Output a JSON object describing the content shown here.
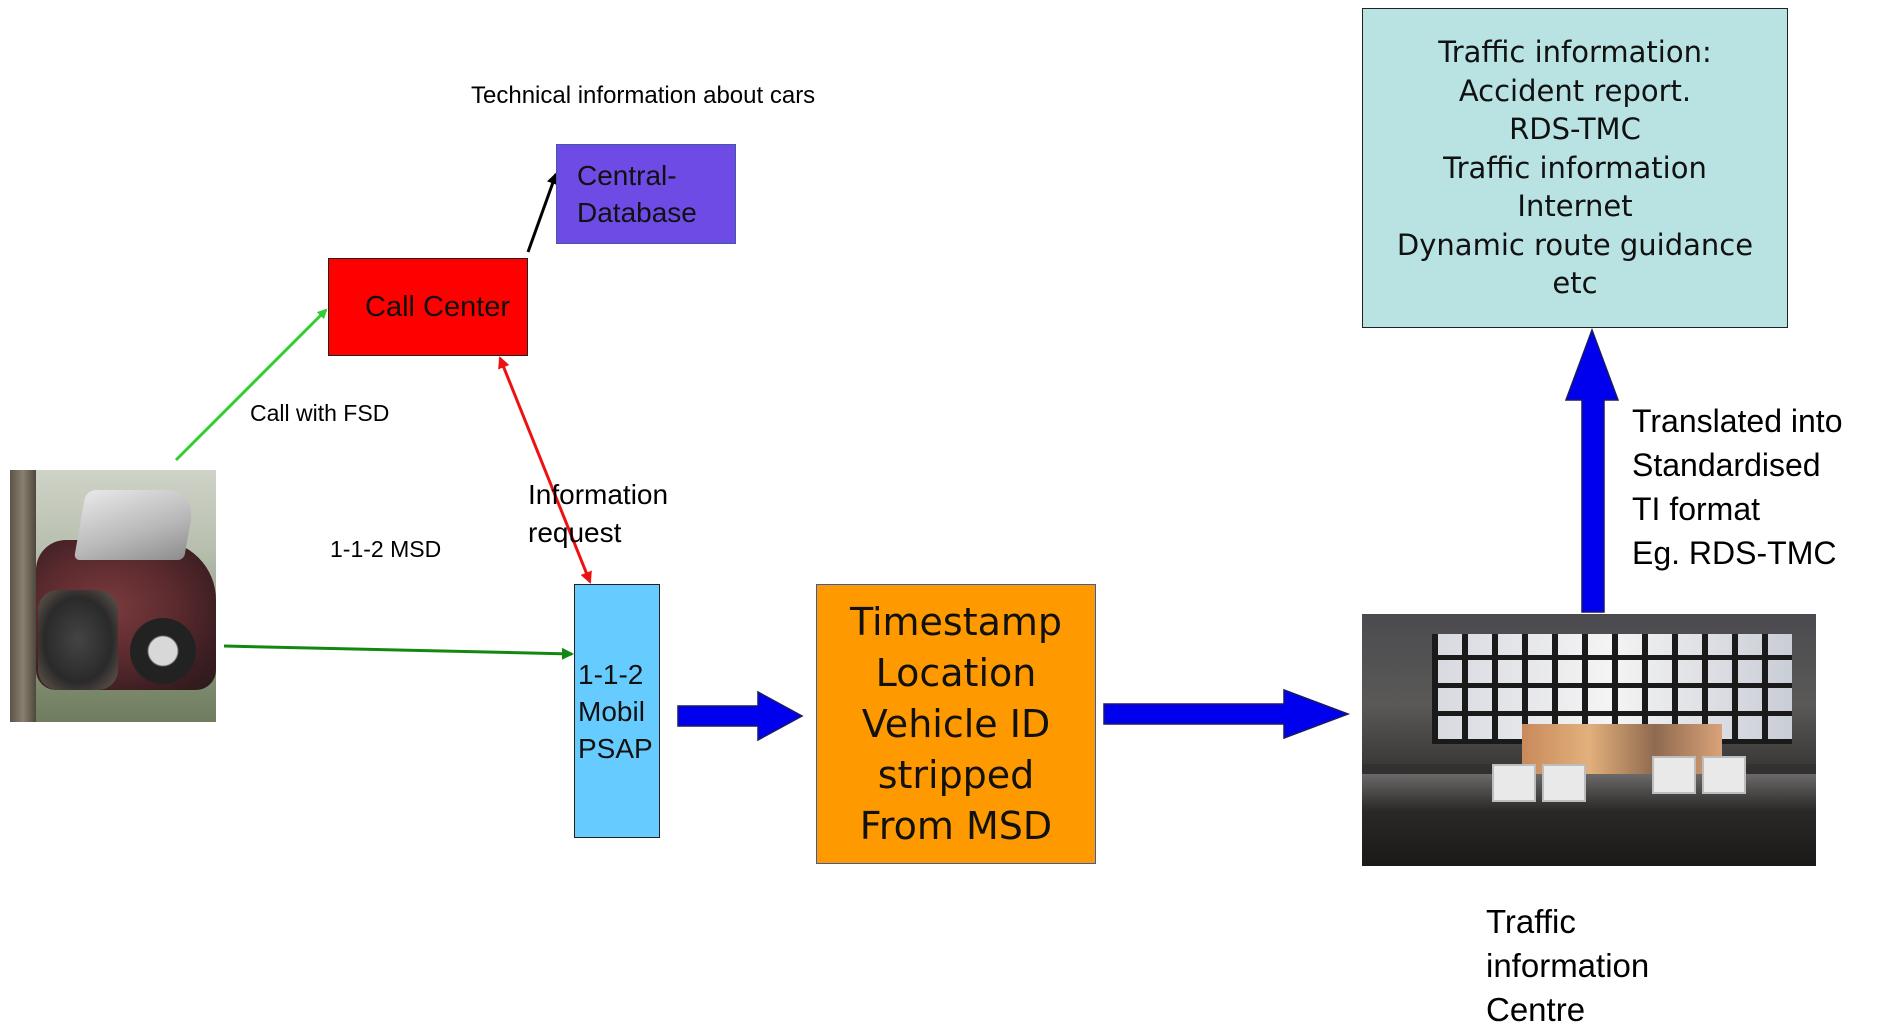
{
  "labels": {
    "tech_info": "Technical information about cars",
    "call_with_fsd": "Call with FSD",
    "msd": "1-1-2 MSD",
    "info_request": [
      "Information",
      "request"
    ],
    "translated": [
      "Translated into",
      "Standardised",
      "TI format",
      "Eg. RDS-TMC"
    ],
    "tic_caption": [
      "Traffic",
      "information",
      "Centre"
    ]
  },
  "boxes": {
    "central_db": [
      "Central-",
      "Database"
    ],
    "call_center": "Call Center",
    "psap": [
      "1-1-2",
      "Mobil",
      "PSAP"
    ],
    "timestamp": [
      "Timestamp",
      "Location",
      "Vehicle ID",
      "stripped",
      "From MSD"
    ],
    "traffic_info": [
      "Traffic information:",
      "Accident report.",
      "RDS-TMC",
      "Traffic information",
      "Internet",
      "Dynamic route guidance",
      "etc"
    ]
  },
  "colors": {
    "central_db": "#6f4be6",
    "call_center": "#ff0000",
    "psap": "#66ccff",
    "timestamp_box": "#ff9900",
    "traffic_info_box": "#b9e3e3",
    "flow_arrow": "#0000ee",
    "green_light": "#33cc33",
    "green_dark": "#118811",
    "red_arrow": "#ee1111"
  },
  "images": {
    "crash_photo": "crashed-car-photo",
    "control_room": "traffic-control-room-photo"
  }
}
